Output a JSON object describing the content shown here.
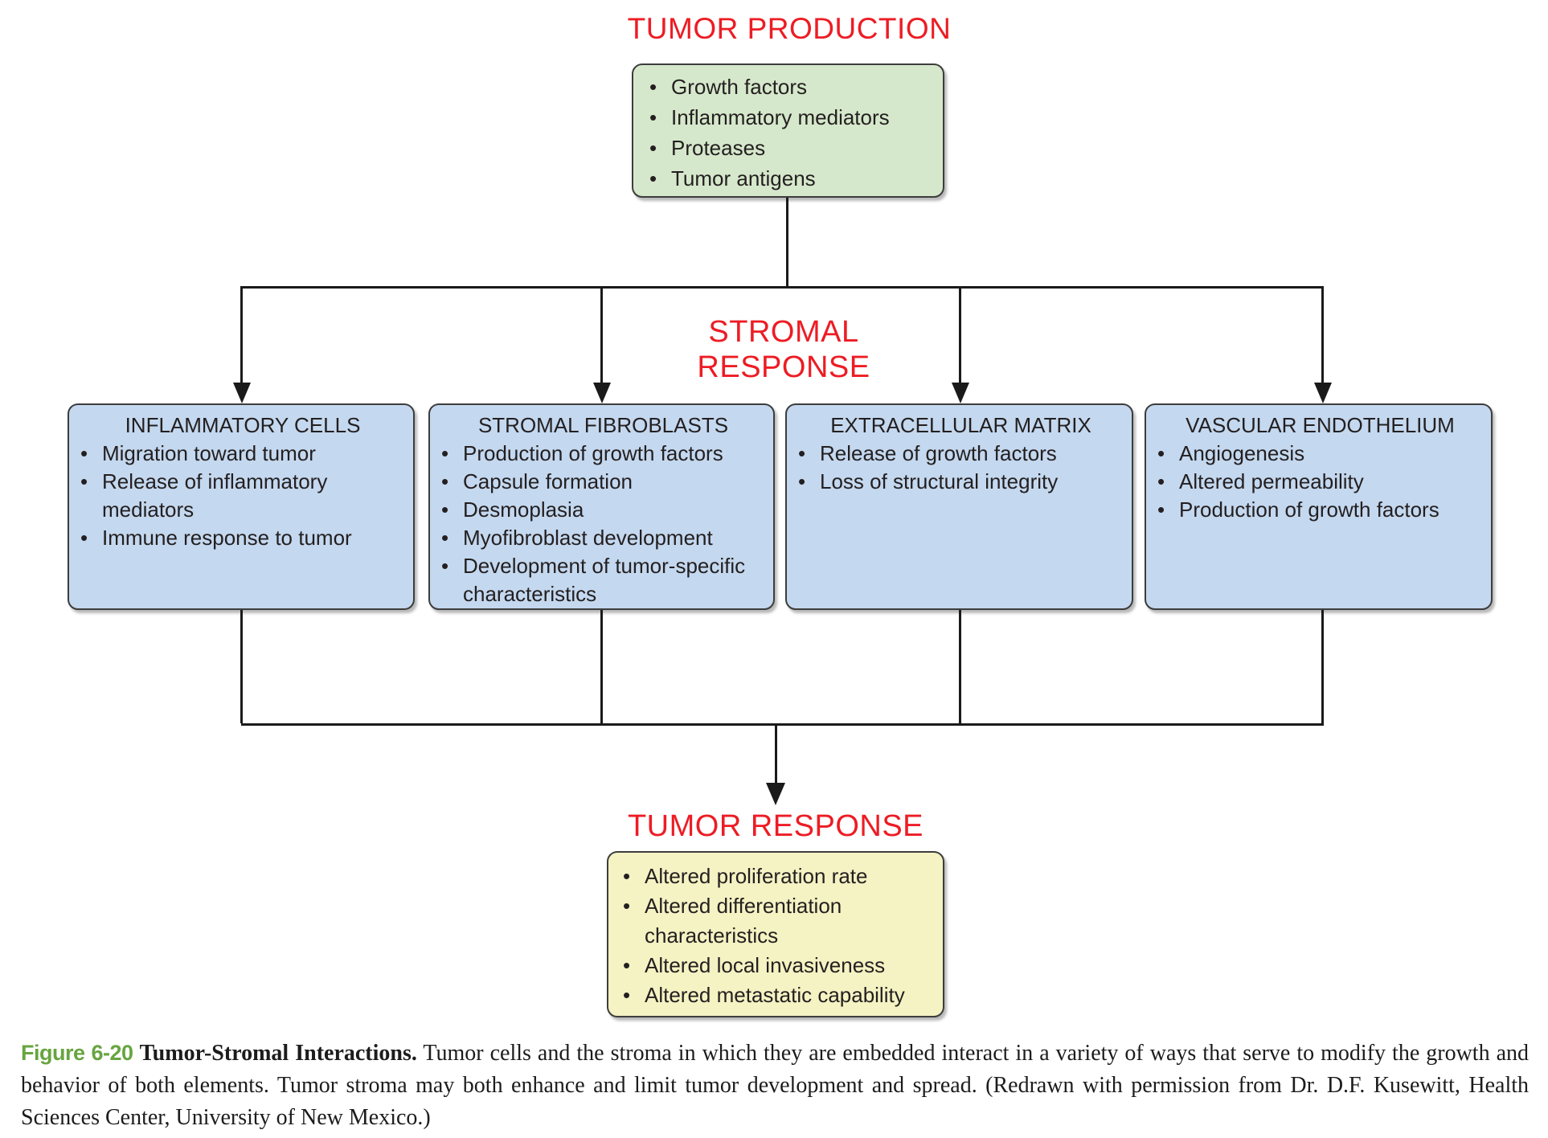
{
  "production": {
    "title": "TUMOR PRODUCTION",
    "items": [
      "Growth factors",
      "Inflammatory mediators",
      "Proteases",
      "Tumor antigens"
    ]
  },
  "stromal": {
    "label_line1": "STROMAL",
    "label_line2": "RESPONSE",
    "boxes": [
      {
        "title": "INFLAMMATORY CELLS",
        "items": [
          "Migration toward tumor",
          "Release of inflammatory mediators",
          "Immune response to tumor"
        ]
      },
      {
        "title": "STROMAL FIBROBLASTS",
        "items": [
          "Production of growth factors",
          "Capsule formation",
          "Desmoplasia",
          "Myofibroblast development",
          "Development of tumor-specific characteristics"
        ]
      },
      {
        "title": "EXTRACELLULAR MATRIX",
        "items": [
          "Release of growth factors",
          "Loss of structural integrity"
        ]
      },
      {
        "title": "VASCULAR ENDOTHELIUM",
        "items": [
          "Angiogenesis",
          "Altered permeability",
          "Production of growth factors"
        ]
      }
    ]
  },
  "response": {
    "title": "TUMOR RESPONSE",
    "items": [
      "Altered proliferation rate",
      "Altered differentiation characteristics",
      "Altered local invasiveness",
      "Altered metastatic capability"
    ]
  },
  "caption": {
    "figure_label": "Figure 6-20",
    "bold_title": "Tumor-Stromal Interactions.",
    "body": "Tumor cells and the stroma in which they are embedded interact in a variety of ways that serve to modify the growth and behavior of both elements. Tumor stroma may both enhance and limit tumor development and spread. (Redrawn with permission from Dr. D.F. Kusewitt, Health Sciences Center, University of New Mexico.)"
  },
  "colors": {
    "heading_red": "#ED1C24",
    "production_box_fill": "#D6E8CB",
    "stromal_box_fill": "#C4D8EF",
    "response_box_fill": "#F5F2C3",
    "figure_label_green": "#67A53F"
  }
}
